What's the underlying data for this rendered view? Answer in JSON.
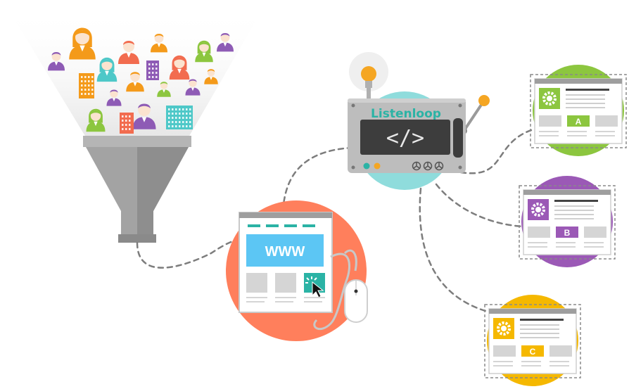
{
  "machine": {
    "brand": "Listenloop",
    "code": "</>"
  },
  "website": {
    "url_text": "WWW"
  },
  "variants": [
    {
      "letter": "A",
      "color": "#8cc63f"
    },
    {
      "letter": "B",
      "color": "#9b59b6"
    },
    {
      "letter": "C",
      "color": "#f5b800"
    }
  ],
  "colors": {
    "people_orange": "#f49a1a",
    "people_coral": "#f26c4f",
    "people_purple": "#8e5bb5",
    "people_green": "#8cc63f",
    "people_teal": "#4ec8c8",
    "funnel_gray": "#9a9a9a",
    "website_circle": "#ff7f5c",
    "machine_circle": "#8fdcdc",
    "teal_accent": "#2bb3a5",
    "bulb": "#f5a623"
  },
  "icons": [
    "person-icon",
    "building-icon",
    "gear-icon",
    "cursor-icon",
    "mouse-icon",
    "lightbulb-icon",
    "lever-icon"
  ]
}
